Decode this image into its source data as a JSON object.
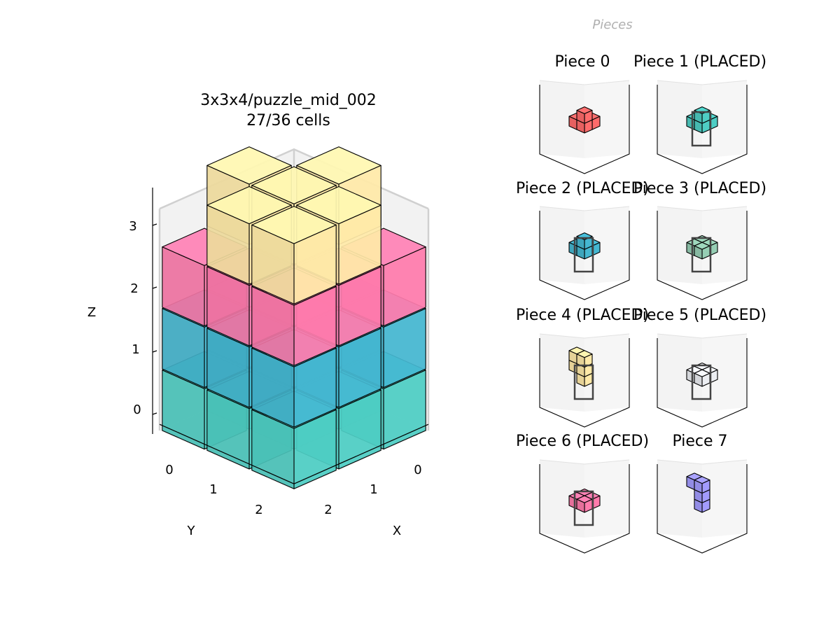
{
  "main": {
    "title": "3x3x4/puzzle_mid_002",
    "subtitle": "27/36 cells",
    "xlabel": "X",
    "ylabel": "Y",
    "zlabel": "Z",
    "x_ticks": [
      "0",
      "1",
      "2"
    ],
    "y_ticks": [
      "0",
      "1",
      "2"
    ],
    "z_ticks": [
      "0",
      "1",
      "2",
      "3"
    ]
  },
  "pieces_heading": "Pieces",
  "colors": {
    "teal": "#4ECDC4",
    "blue": "#45B7D1",
    "pink": "#FF7BAC",
    "yellow": "#FFE9A8",
    "red": "#FF6B6B",
    "mint": "#96CEB4",
    "white": "#ECEEF2",
    "lavender": "#A29BFE"
  },
  "pieces": [
    {
      "label": "Piece 0",
      "color": "#FF6B6B",
      "placed": false
    },
    {
      "label": "Piece 1 (PLACED)",
      "color": "#4ECDC4",
      "placed": true
    },
    {
      "label": "Piece 2 (PLACED)",
      "color": "#45B7D1",
      "placed": true
    },
    {
      "label": "Piece 3 (PLACED)",
      "color": "#96CEB4",
      "placed": true
    },
    {
      "label": "Piece 4 (PLACED)",
      "color": "#FFE9A8",
      "placed": true
    },
    {
      "label": "Piece 5 (PLACED)",
      "color": "#ECEEF2",
      "placed": true
    },
    {
      "label": "Piece 6 (PLACED)",
      "color": "#FF7BAC",
      "placed": true
    },
    {
      "label": "Piece 7",
      "color": "#A29BFE",
      "placed": false
    }
  ]
}
